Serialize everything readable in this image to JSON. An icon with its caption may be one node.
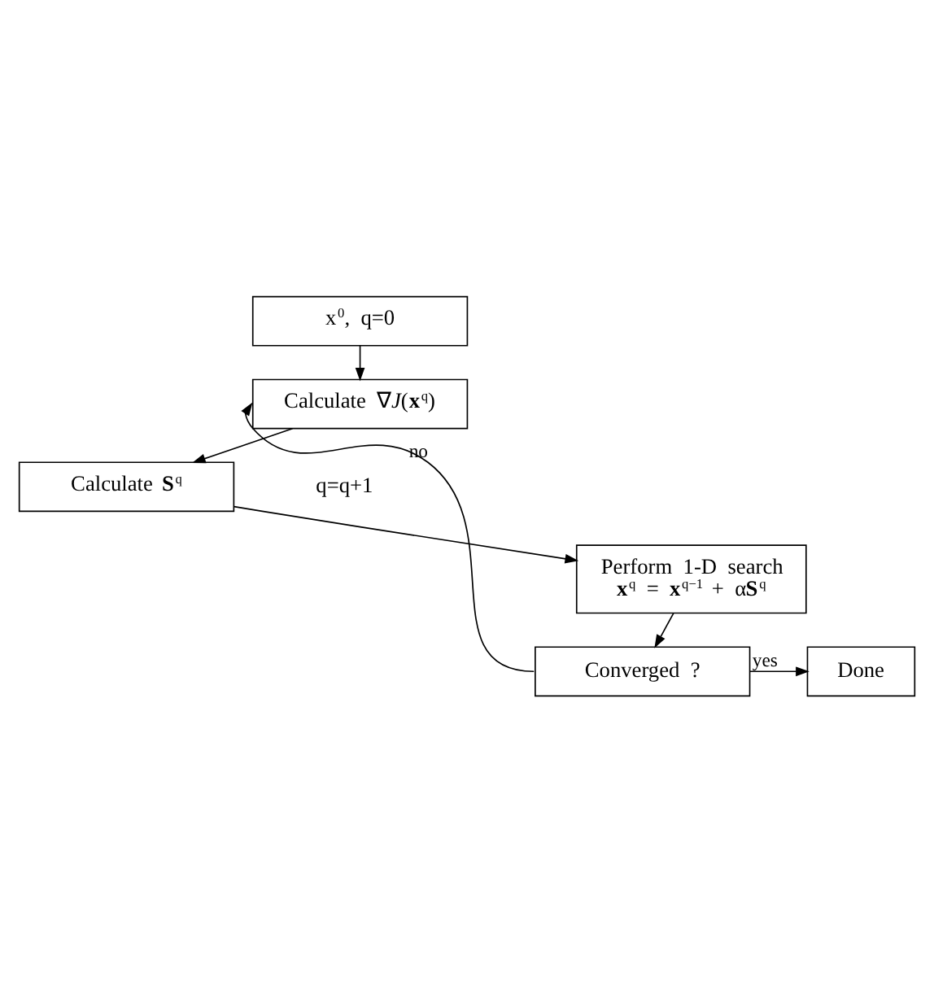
{
  "diagram": {
    "nodes": [
      {
        "text": [
          "x$^{0}$, q=0"
        ]
      },
      {
        "text": [
          "Calculate ∇*J*(**x**$^{q}$)"
        ]
      },
      {
        "text": [
          "Calculate **S**$^{q}$"
        ]
      },
      {
        "text": [
          "Perform 1-D search",
          "**x**$^{q}$ = **x**$^{q−1}$ + α**S**$^{q}$"
        ]
      },
      {
        "text": [
          "Converged ?"
        ]
      },
      {
        "text": [
          "Done"
        ]
      }
    ],
    "edges": [
      {
        "from": 0,
        "to": 1,
        "arrow": "to"
      },
      {
        "from": 1,
        "to": 2,
        "arrow": "to"
      },
      {
        "from": 2,
        "to": 3,
        "arrow": "to"
      },
      {
        "from": 3,
        "to": 4,
        "arrow": "to"
      },
      {
        "from": 4,
        "to": 5,
        "arrow": "to",
        "label": "yes"
      },
      {
        "from": 4,
        "to": 1,
        "arrow": "to",
        "label": "no"
      }
    ],
    "labels": [
      "q=q+1"
    ]
  }
}
